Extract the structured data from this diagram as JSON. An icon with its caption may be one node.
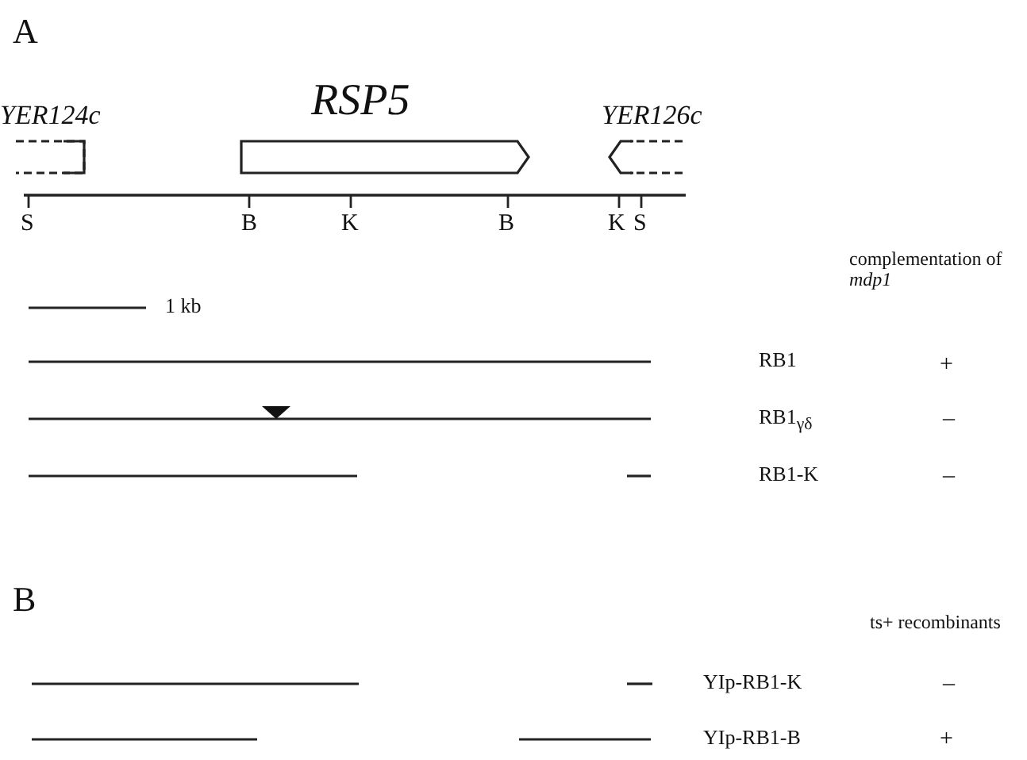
{
  "diagram": {
    "nodes": [
      {
        "text": [
          "YER124c"
        ]
      },
      {
        "text": [
          "RSP5"
        ]
      },
      {
        "text": [
          "YER126c"
        ]
      }
    ],
    "edges": [],
    "labels": [
      "A",
      "S",
      "B",
      "K",
      "B",
      "K",
      "S",
      "complementation of *mdp1*",
      "1 kb",
      "RB1",
      "+",
      "RB1$_{γδ}$",
      "–",
      "RB1-K",
      "–",
      "B",
      "ts+ recombinants",
      "YIp-RB1-K",
      "–",
      "YIp-RB1-B",
      "+"
    ]
  }
}
